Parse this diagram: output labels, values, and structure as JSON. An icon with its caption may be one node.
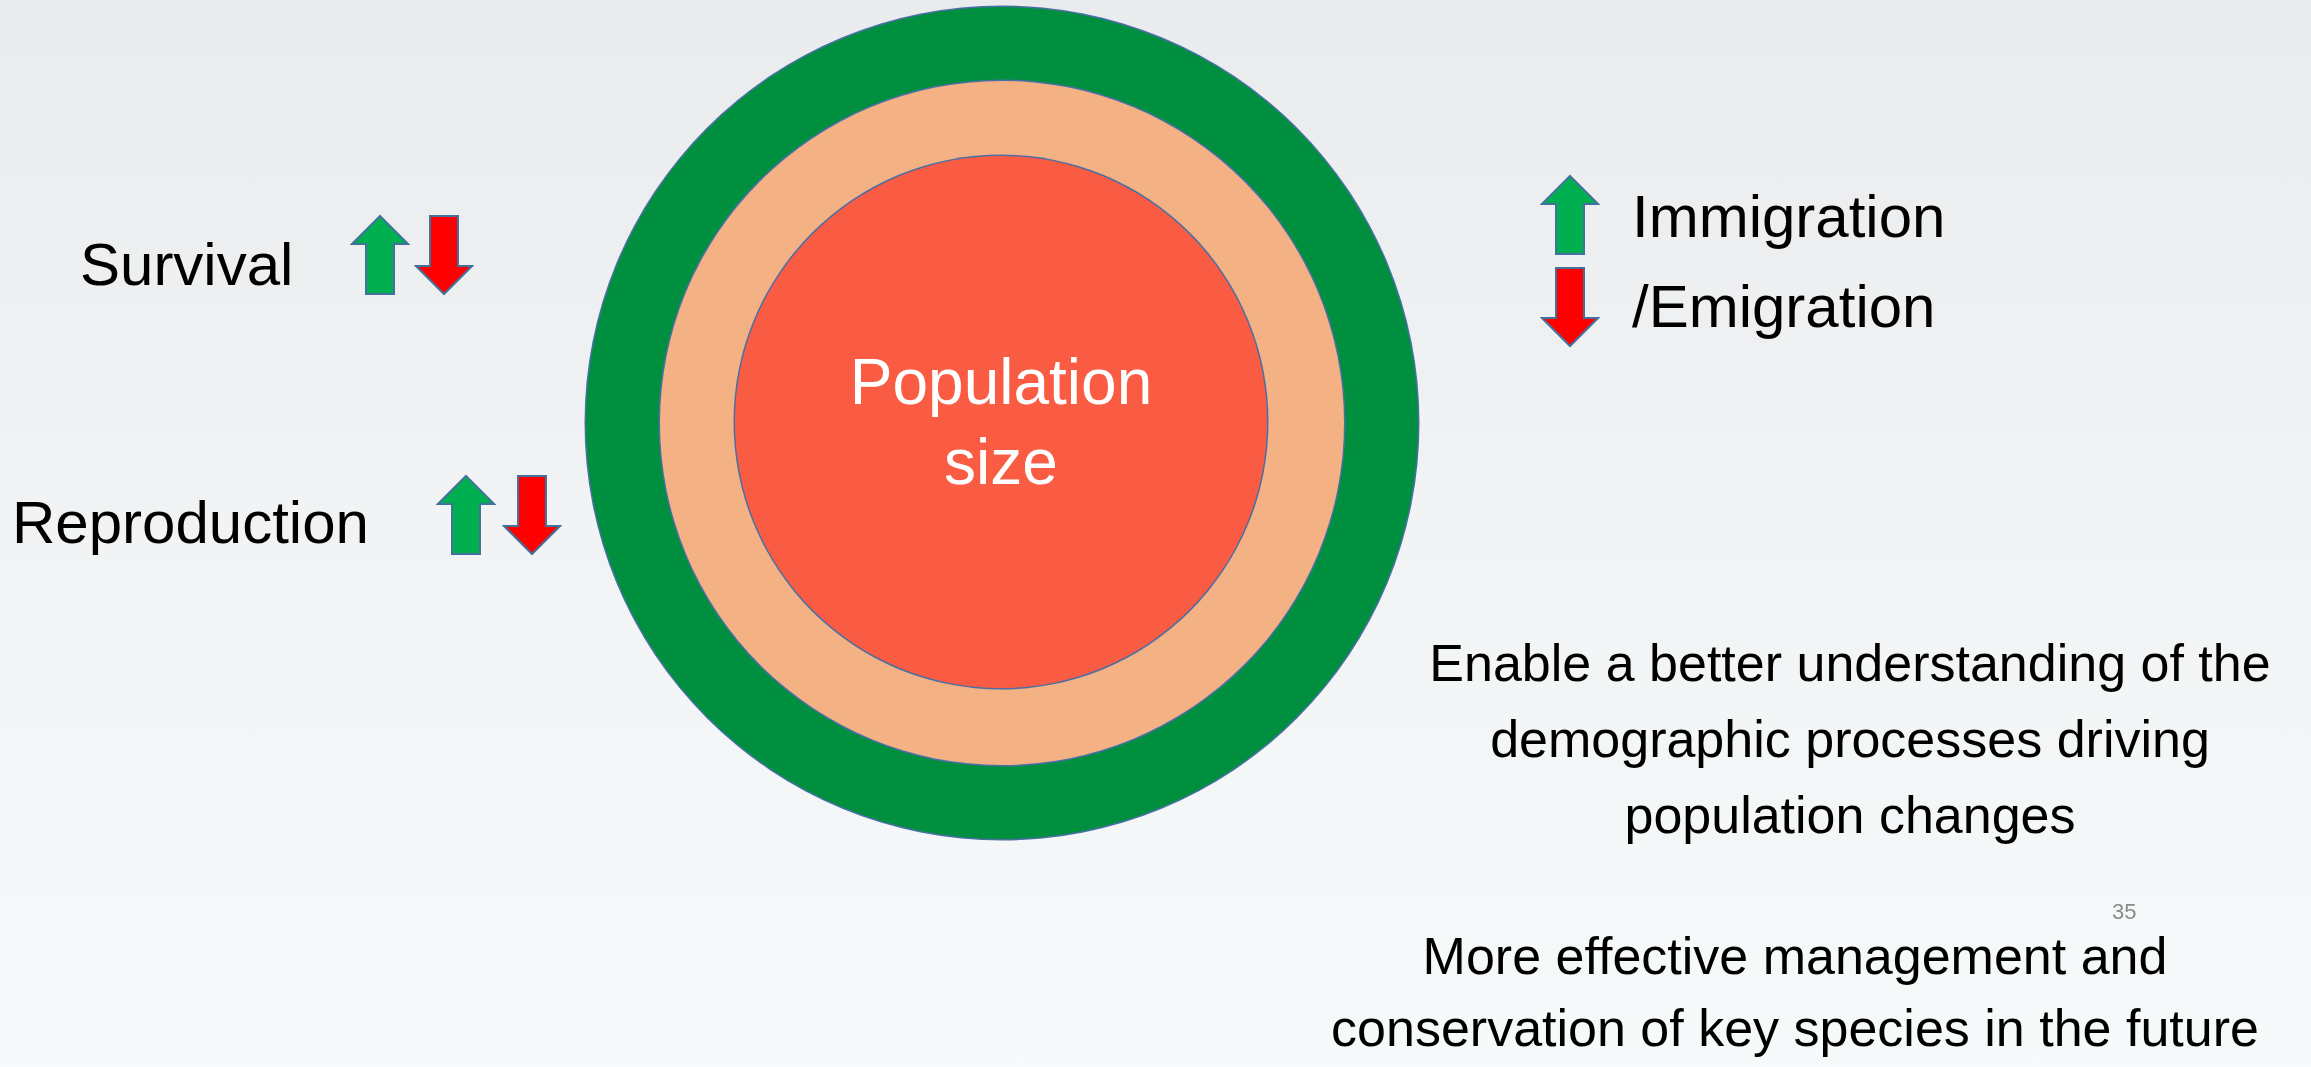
{
  "diagram": {
    "nodes": [
      {
        "text": [],
        "shape": "circle"
      },
      {
        "text": [],
        "shape": "circle",
        "in": 0
      },
      {
        "text": [
          "Population size"
        ],
        "in": 1
      }
    ],
    "labels": [
      "Survival",
      "Reproduction",
      "Immigration",
      "/Emigration",
      "Enable a better understanding of the demographic processes driving population changes",
      "More effective management and conservation of key species in the future",
      "35"
    ]
  }
}
